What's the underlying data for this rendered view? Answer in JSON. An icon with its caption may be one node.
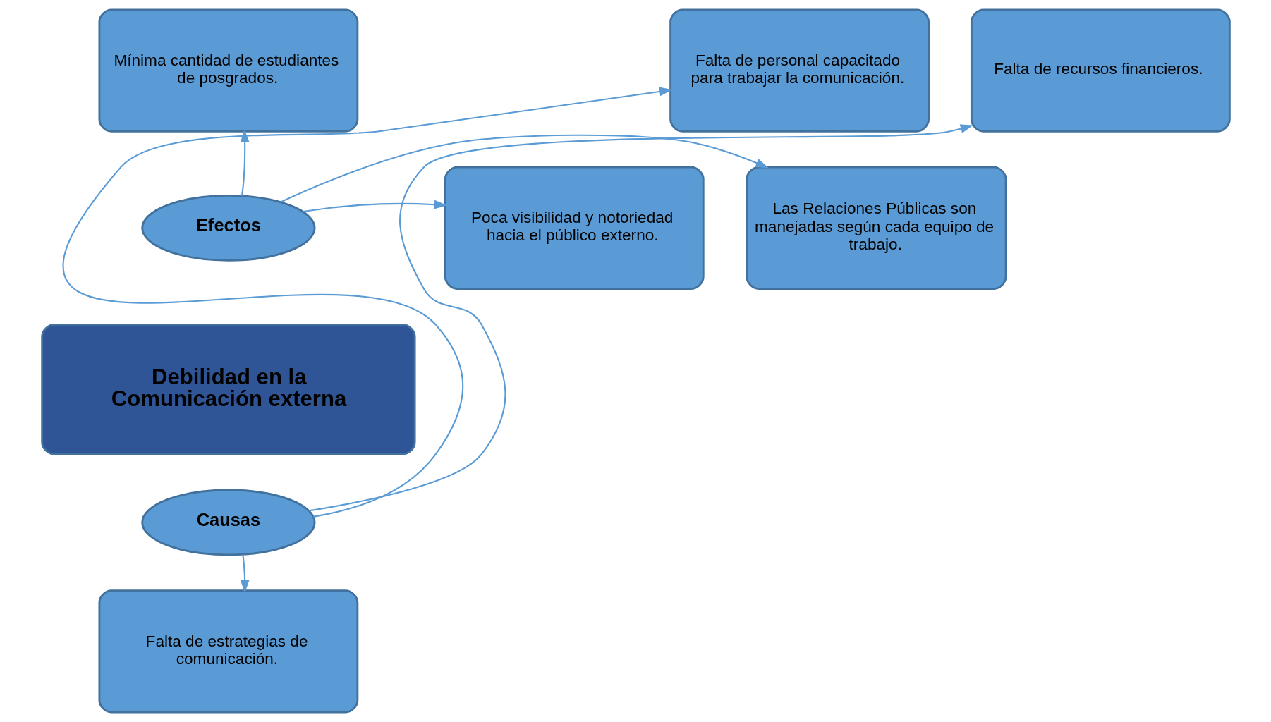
{
  "diagram": {
    "nodes": [
      {
        "text": [
          "Mínima cantidad de estudiantes de posgrados."
        ]
      },
      {
        "text": [
          "Poca visibilidad y notoriedad hacia el público externo."
        ]
      },
      {
        "text": [
          "Efectos"
        ]
      },
      {
        "text": [
          "Las Relaciones Públicas son manejadas según cada equipo de trabajo."
        ]
      },
      {
        "text": [
          "Debilidad en la Comunicación externa"
        ]
      },
      {
        "text": [
          "Causas"
        ]
      },
      {
        "text": [
          "Falta de personal capacitado para trabajar la comunicación."
        ]
      },
      {
        "text": [
          "Falta de estrategias de comunicación."
        ]
      },
      {
        "text": [
          "Falta de recursos financieros."
        ]
      }
    ],
    "edges": [
      {
        "from": 2,
        "to": 0,
        "arrow": "to"
      },
      {
        "from": 2,
        "to": 1,
        "arrow": "to"
      },
      {
        "from": 2,
        "to": 3,
        "arrow": "to"
      },
      {
        "from": 5,
        "to": 6,
        "arrow": "to"
      },
      {
        "from": 5,
        "to": 7,
        "arrow": "to"
      },
      {
        "from": 5,
        "to": 8,
        "arrow": "to"
      }
    ]
  }
}
